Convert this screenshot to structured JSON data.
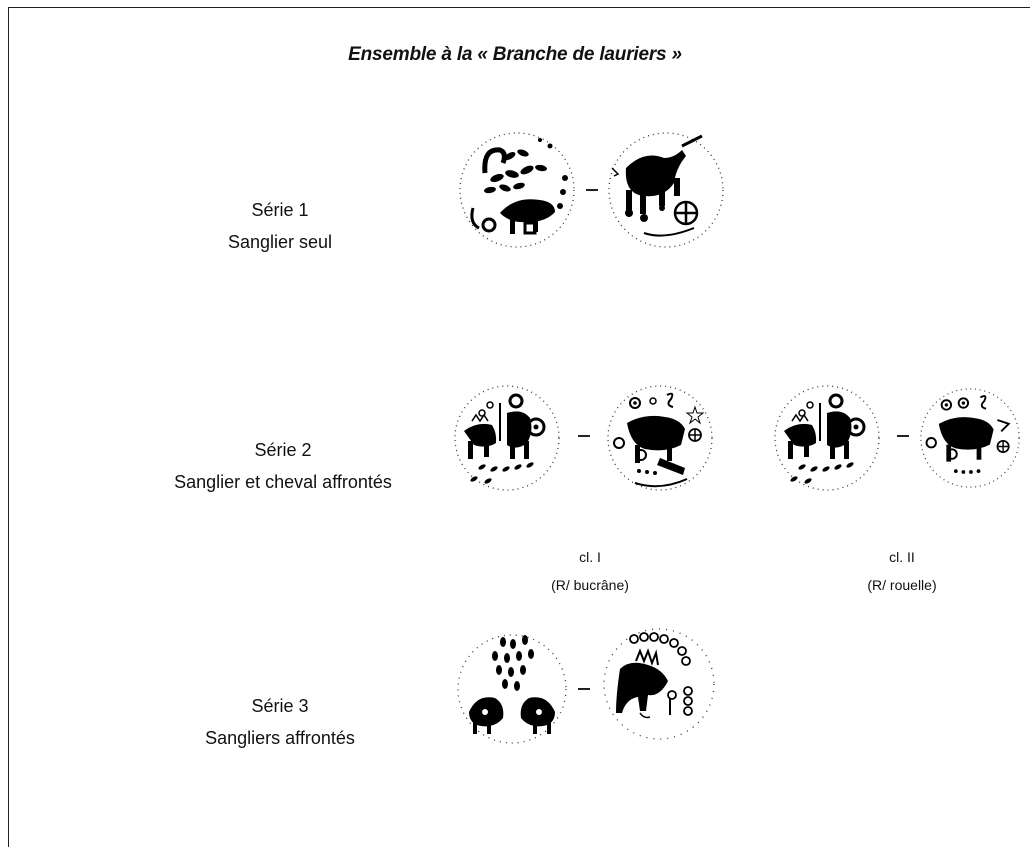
{
  "title": "Ensemble à la « Branche de lauriers »",
  "series": [
    {
      "name": "Série 1",
      "description": "Sanglier seul"
    },
    {
      "name": "Série 2",
      "description": "Sanglier et cheval affrontés"
    },
    {
      "name": "Série 3",
      "description": "Sangliers affrontés"
    }
  ],
  "classes": [
    {
      "label": "cl. I",
      "reverse": "(R/ bucrâne)"
    },
    {
      "label": "cl. II",
      "reverse": "(R/ rouelle)"
    }
  ],
  "separator": "–"
}
